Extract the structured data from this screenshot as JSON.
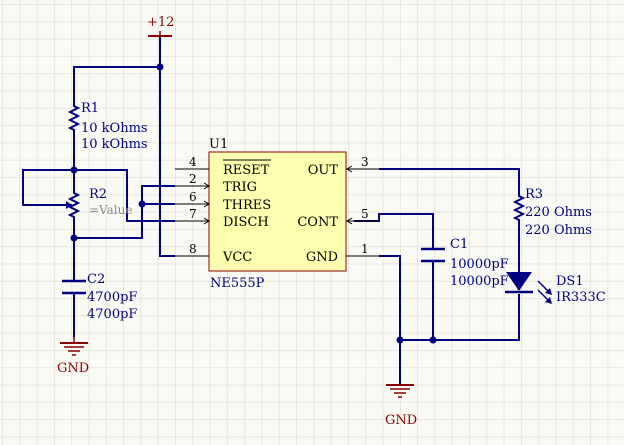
{
  "power": {
    "vcc_label": "+12",
    "gnd_label": "GND"
  },
  "ic": {
    "designator": "U1",
    "part": "NE555P",
    "pins_left": [
      {
        "num": "4",
        "name": "RESET",
        "overline": true
      },
      {
        "num": "2",
        "name": "TRIG",
        "overline": false
      },
      {
        "num": "6",
        "name": "THRES",
        "overline": false
      },
      {
        "num": "7",
        "name": "DISCH",
        "overline": false
      },
      {
        "num": "8",
        "name": "VCC",
        "overline": false
      }
    ],
    "pins_right": [
      {
        "num": "3",
        "name": "OUT"
      },
      {
        "num": "5",
        "name": "CONT"
      },
      {
        "num": "1",
        "name": "GND"
      }
    ]
  },
  "components": {
    "R1": {
      "designator": "R1",
      "value": "10 kOhms",
      "comment": "10 kOhms"
    },
    "R2": {
      "designator": "R2",
      "value": "=Value"
    },
    "R3": {
      "designator": "R3",
      "value": "220 Ohms",
      "comment": "220 Ohms"
    },
    "C1": {
      "designator": "C1",
      "value": "10000pF",
      "comment": "10000pF"
    },
    "C2": {
      "designator": "C2",
      "value": "4700pF",
      "comment": "4700pF"
    },
    "DS1": {
      "designator": "DS1",
      "part": "IR333C"
    }
  },
  "colors": {
    "wire": "#000080",
    "ic_fill": "#ffffb0",
    "ic_border": "#a52a2a",
    "power_port": "#8b0000",
    "label_text": "#000080",
    "grid": "#e7e6dc"
  }
}
